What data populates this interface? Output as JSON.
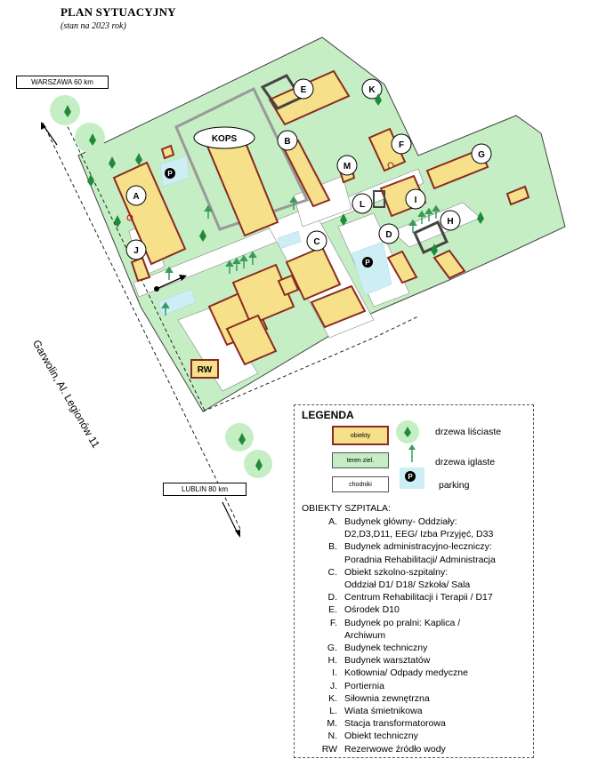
{
  "header": {
    "title": "PLAN SYTUACYJNY",
    "subtitle": "(stan  na  2023 rok)"
  },
  "signs": {
    "north": "WARSZAWA 60 km",
    "south": "LUBLIN 80 km"
  },
  "street": "Garwolin, Al. Legionów 11",
  "map_labels": {
    "kops": "KOPS",
    "rw": "RW",
    "parking_symbol": "P",
    "buildings": [
      "A",
      "B",
      "C",
      "D",
      "E",
      "F",
      "G",
      "H",
      "I",
      "J",
      "K",
      "L",
      "M"
    ]
  },
  "legend": {
    "title": "LEGENDA",
    "swatch_objects": "obiekty",
    "swatch_green": "teren ziel.",
    "swatch_walkways": "chodniki",
    "deciduous_trees": "drzewa liściaste",
    "coniferous_trees": "drzewa iglaste",
    "parking": "parking",
    "parking_symbol": "P",
    "objects_heading": "OBIEKTY SZPITALA:",
    "objects": [
      {
        "key": "A.",
        "desc": "Budynek główny- Oddziały:\nD2,D3,D11, EEG/ Izba Przyjęć, D33"
      },
      {
        "key": "B.",
        "desc": "Budynek administracyjno-leczniczy:\nPoradnia Rehabilitacji/  Administracja"
      },
      {
        "key": "C.",
        "desc": "Obiekt szkolno-szpitalny:\nOddział D1/ D18/ Szkoła/ Sala"
      },
      {
        "key": "D.",
        "desc": "Centrum Rehabilitacji i Terapii / D17"
      },
      {
        "key": "E.",
        "desc": "Ośrodek D10"
      },
      {
        "key": "F.",
        "desc": "Budynek po pralni: Kaplica /\nArchiwum"
      },
      {
        "key": "G.",
        "desc": "Budynek techniczny"
      },
      {
        "key": "H.",
        "desc": "Budynek warsztatów"
      },
      {
        "key": "I.",
        "desc": "Kotłownia/ Odpady medyczne"
      },
      {
        "key": "J.",
        "desc": "Portiernia"
      },
      {
        "key": "K.",
        "desc": "Siłownia zewnętrzna"
      },
      {
        "key": "L.",
        "desc": "Wiata śmietnikowa"
      },
      {
        "key": "M.",
        "desc": "Stacja transformatorowa"
      },
      {
        "key": "N.",
        "desc": "Obiekt techniczny"
      },
      {
        "key": "RW",
        "desc": "Rezerwowe źródło wody"
      }
    ]
  },
  "colors": {
    "green_area": "#c5eec5",
    "building_fill": "#f6e08a",
    "building_outline": "#8b2a1f",
    "parking": "#cdeef5",
    "tree": "#1f8a3a",
    "conifer": "#3a9a5a"
  }
}
